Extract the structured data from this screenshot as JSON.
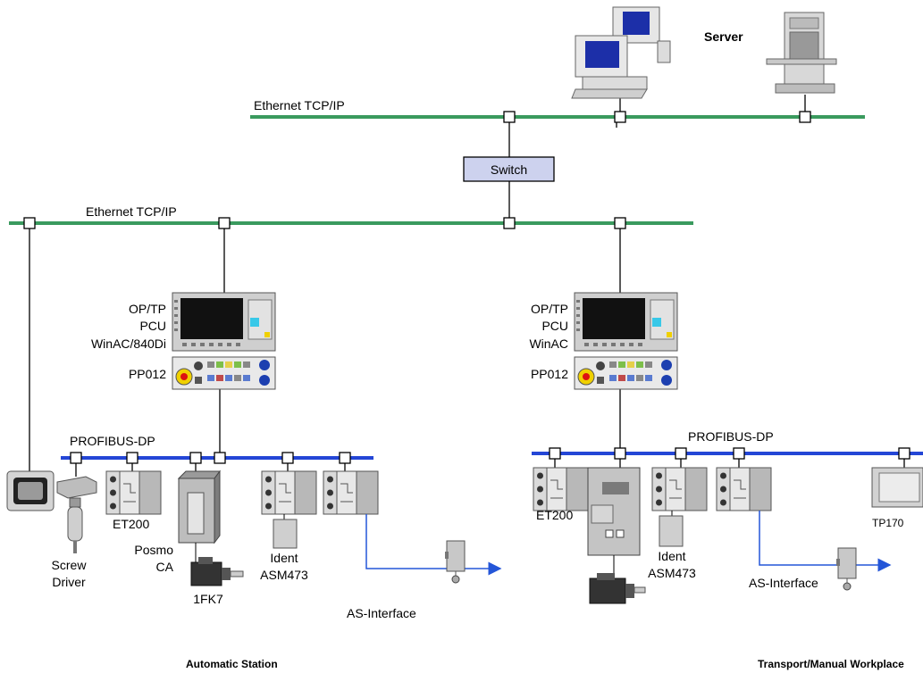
{
  "labels": {
    "server": "Server",
    "ethernet_top": "Ethernet TCP/IP",
    "switch": "Switch",
    "ethernet_mid": "Ethernet TCP/IP",
    "left_panel": [
      "OP/TP",
      "PCU",
      "WinAC/840Di"
    ],
    "left_pp": "PP012",
    "right_panel": [
      "OP/TP",
      "PCU",
      "WinAC"
    ],
    "right_pp": "PP012",
    "profibus_left": "PROFIBUS-DP",
    "profibus_right": "PROFIBUS-DP",
    "screw_driver": [
      "Screw",
      "Driver"
    ],
    "et200_left": "ET200",
    "posmo": [
      "Posmo",
      "CA"
    ],
    "motor_left": "1FK7",
    "ident_left": [
      "Ident",
      "ASM473"
    ],
    "asi_left": "AS-Interface",
    "et200_right": "ET200",
    "ident_right": [
      "Ident",
      "ASM473"
    ],
    "asi_right": "AS-Interface",
    "tp170": "TP170",
    "station_left": "Automatic Station",
    "station_right": "Transport/Manual Workplace"
  },
  "colors": {
    "ethernet": "#3a9a5e",
    "profibus": "#2446d6",
    "switch_fill": "#cdd2ee",
    "asi_line": "#2456d8",
    "screen": "#111111"
  },
  "icons": [
    "pc-icon",
    "server-tower-icon",
    "operator-panel-icon",
    "machine-pushbutton-panel-icon",
    "et200-module-icon",
    "drive-icon",
    "servo-motor-icon",
    "ident-box-icon",
    "as-interface-sensor-icon",
    "touch-panel-icon",
    "screw-driver-icon"
  ]
}
